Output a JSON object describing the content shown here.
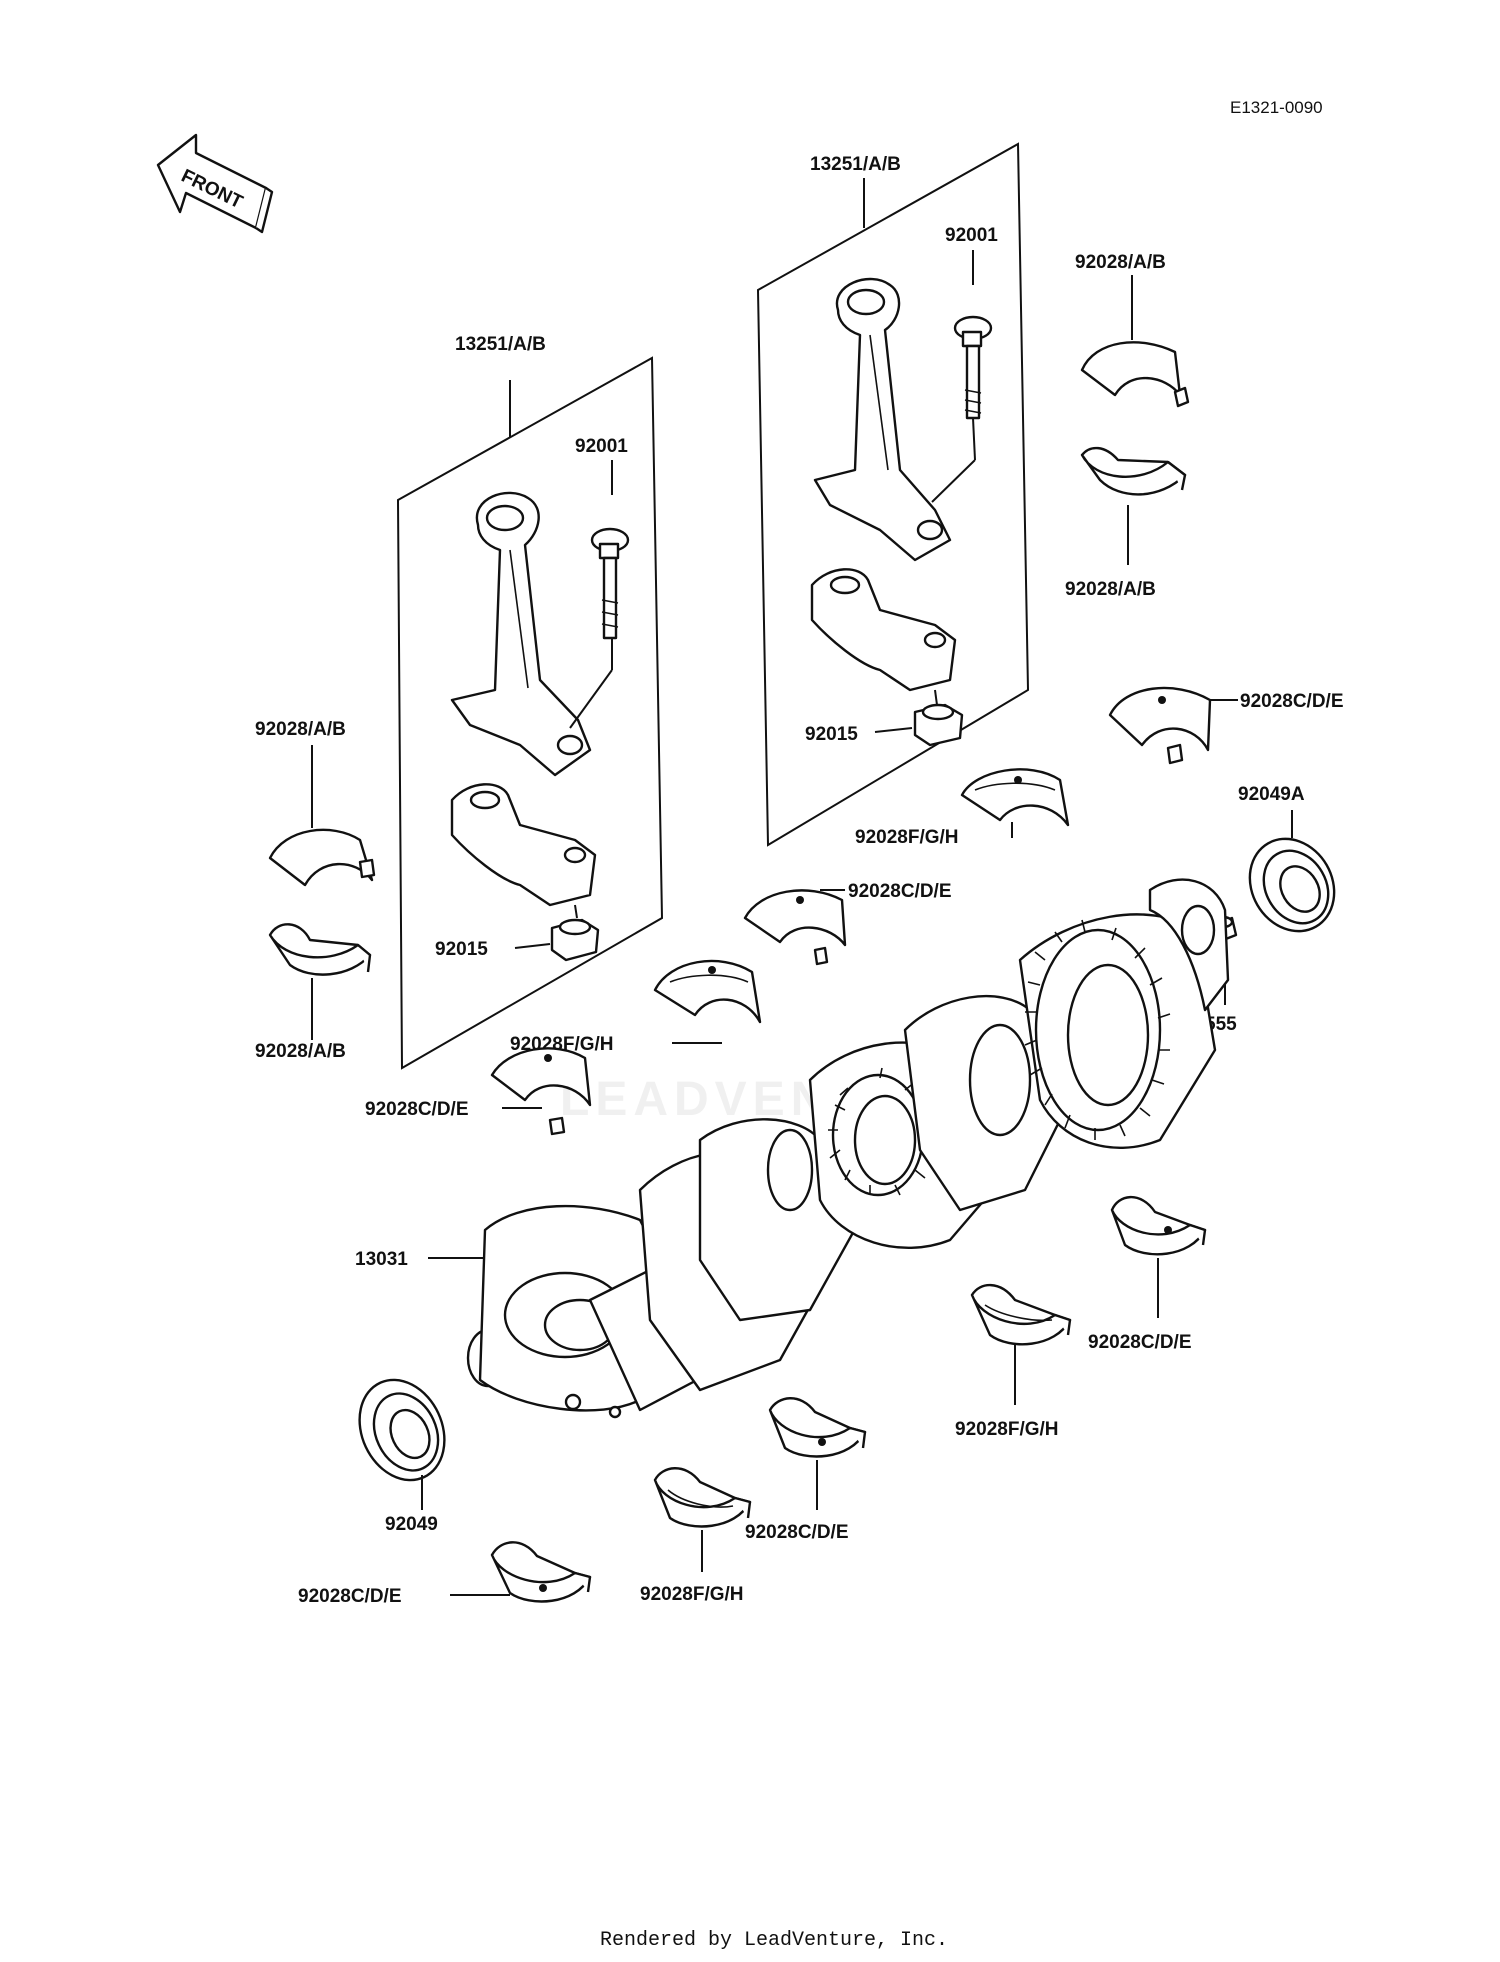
{
  "diagram_code": "E1321-0090",
  "front_arrow_label": "FRONT",
  "watermark": "LEADVENTURE",
  "footer": "Rendered by LeadVenture, Inc.",
  "labels": {
    "conrod_right": "13251/A/B",
    "conrod_left": "13251/A/B",
    "bolt_right": "92001",
    "bolt_left": "92001",
    "nut_right": "92015",
    "nut_left": "92015",
    "bearing_ab_top_right": "92028/A/B",
    "bearing_ab_mid_right": "92028/A/B",
    "bearing_ab_left_upper": "92028/A/B",
    "bearing_ab_left_lower": "92028/A/B",
    "bearing_cde_right_upper": "92028C/D/E",
    "bearing_fgh_upper_mid": "92028F/G/H",
    "seal_right": "92049A",
    "bearing_cde_mid_upper": "92028C/D/E",
    "bearing_fgh_mid": "92028F/G/H",
    "pin": "555",
    "bearing_cde_left_mid": "92028C/D/E",
    "crankshaft": "13031",
    "bearing_cde_right_lower": "92028C/D/E",
    "bearing_fgh_right_lower": "92028F/G/H",
    "seal_left": "92049",
    "bearing_cde_bottom_mid": "92028C/D/E",
    "bearing_fgh_bottom_mid": "92028F/G/H",
    "bearing_cde_bottom_left": "92028C/D/E"
  }
}
